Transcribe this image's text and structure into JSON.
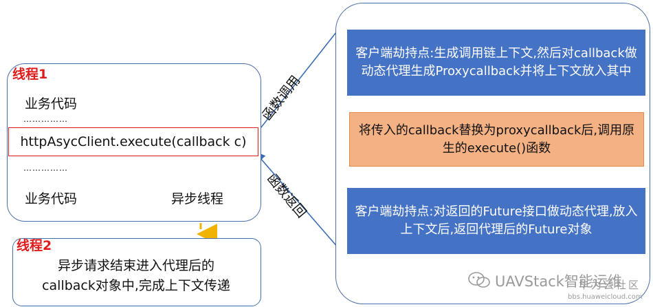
{
  "thread1": {
    "title": "线程1",
    "line1": "业务代码",
    "dots1": "……………",
    "call": "httpAsycClient.execute(callback c)",
    "dots2": "……………",
    "line2": "业务代码",
    "async_label": "异步线程"
  },
  "thread2": {
    "title": "线程2",
    "line1": "异步请求结束进入代理后的",
    "line2": "callback对象中,完成上下文传递"
  },
  "arrows": {
    "call_label": "函数调用",
    "return_label": "函数返回"
  },
  "steps": [
    {
      "text": "客户端劫持点:生成调用链上下文,然后对callback做动态代理生成Proxycallback并将上下文放入其中"
    },
    {
      "text": "将传入的callback替换为proxycallback后,调用原生的execute()函数"
    },
    {
      "text": "客户端劫持点:对返回的Future接口做动态代理,放入上下文后,返回代理后的Future对象"
    }
  ],
  "watermark": {
    "brand": "UAVStack智能运维",
    "community": "华为云社区",
    "url": "bbs.huaweicloud.com"
  },
  "colors": {
    "blue": "#4472c4",
    "orange": "#f4b183",
    "red": "#e01b1b",
    "arrow": "#3a6db5",
    "dashed": "#f0b400"
  }
}
